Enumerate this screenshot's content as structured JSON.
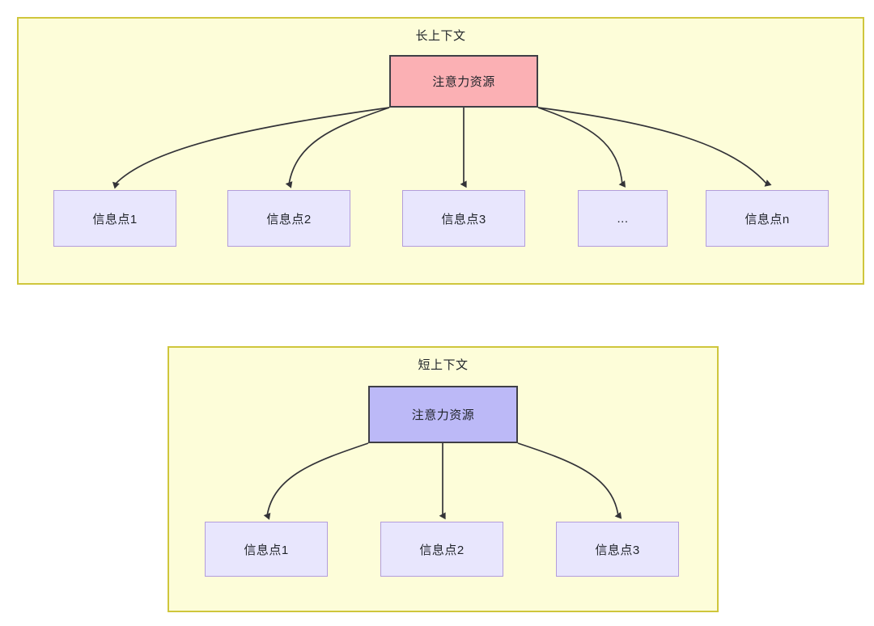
{
  "diagram": {
    "type": "attention-allocation-comparison",
    "background": "#ffffff",
    "panel_fill": "#fdfdd9",
    "panel_border": "#cfc63c",
    "edge_color": "#333338"
  },
  "panels": [
    {
      "id": "long-context",
      "title": "长上下文",
      "root": {
        "label": "注意力资源",
        "fill": "#fbb0b4",
        "border": "#3f3f46"
      },
      "children": [
        {
          "label": "信息点1",
          "fill": "#e8e6fd",
          "border": "#b39ddb"
        },
        {
          "label": "信息点2",
          "fill": "#e8e6fd",
          "border": "#b39ddb"
        },
        {
          "label": "信息点3",
          "fill": "#e8e6fd",
          "border": "#b39ddb"
        },
        {
          "label": "...",
          "fill": "#e8e6fd",
          "border": "#b39ddb"
        },
        {
          "label": "信息点n",
          "fill": "#e8e6fd",
          "border": "#b39ddb"
        }
      ]
    },
    {
      "id": "short-context",
      "title": "短上下文",
      "root": {
        "label": "注意力资源",
        "fill": "#bcb9f7",
        "border": "#3f3f46"
      },
      "children": [
        {
          "label": "信息点1",
          "fill": "#e8e6fd",
          "border": "#b39ddb"
        },
        {
          "label": "信息点2",
          "fill": "#e8e6fd",
          "border": "#b39ddb"
        },
        {
          "label": "信息点3",
          "fill": "#e8e6fd",
          "border": "#b39ddb"
        }
      ]
    }
  ]
}
